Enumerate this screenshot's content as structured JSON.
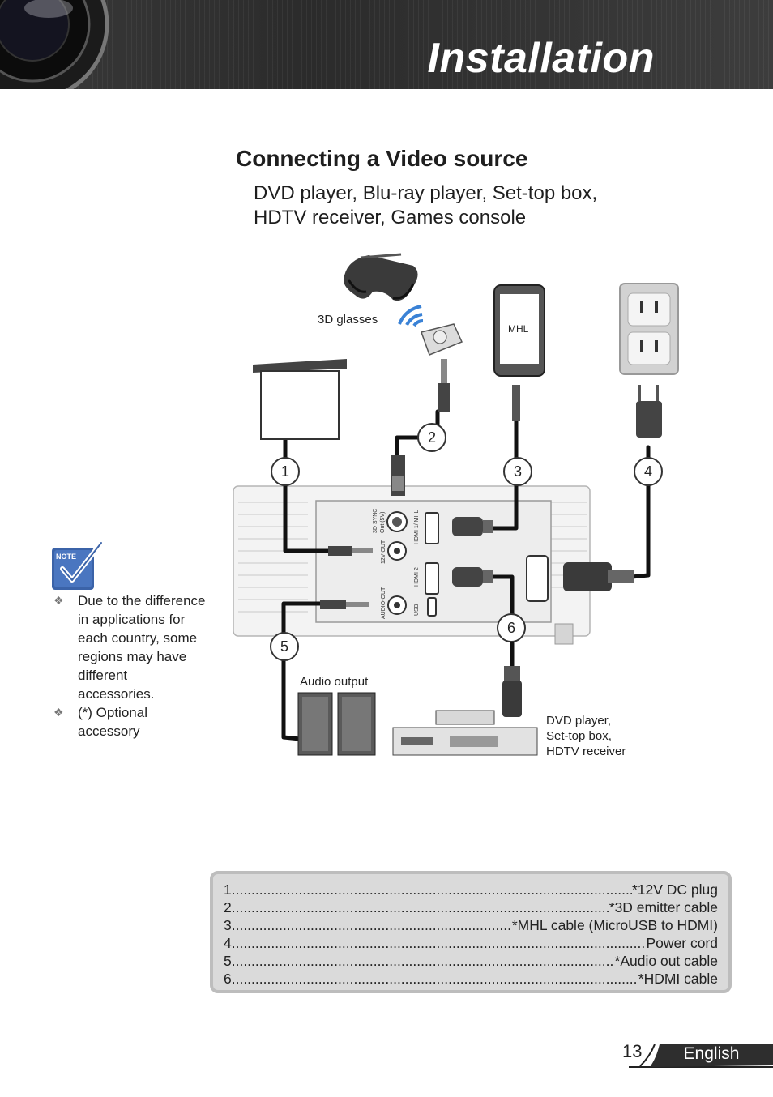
{
  "header": {
    "title": "Installation"
  },
  "section": {
    "title": "Connecting a Video source",
    "subtitle_lines": [
      "DVD player, Blu-ray player, Set-top box,",
      "HDTV receiver, Games console"
    ]
  },
  "diagram": {
    "labels": {
      "glasses": "3D glasses",
      "mhl": "MHL",
      "audio_output": "Audio output",
      "dvd_line1": "DVD player,",
      "dvd_line2": "Set-top box,",
      "dvd_line3": "HDTV receiver"
    },
    "port_labels": {
      "sync": "3D SYNC",
      "sync_out": "Out (5V)",
      "hdmi1": "HDMI 1/ MHL",
      "v12": "12V OUT",
      "hdmi2": "HDMI 2",
      "audio_out": "AUDIO-OUT",
      "usb": "USB"
    },
    "callouts": [
      "1",
      "2",
      "3",
      "4",
      "5",
      "6"
    ]
  },
  "note": {
    "icon_name": "note-check-icon",
    "items": [
      "Due to the difference in applications for each country, some regions may have different accessories.",
      "(*) Optional accessory"
    ]
  },
  "legend": {
    "items": [
      {
        "num": "1",
        "label": "*12V DC plug"
      },
      {
        "num": "2",
        "label": "*3D emitter cable"
      },
      {
        "num": "3",
        "label": " *MHL cable (MicroUSB to HDMI)"
      },
      {
        "num": "4",
        "label": "Power cord"
      },
      {
        "num": "5",
        "label": " *Audio out cable"
      },
      {
        "num": "6",
        "label": "*HDMI cable"
      }
    ]
  },
  "footer": {
    "page_number": "13",
    "language": "English"
  }
}
